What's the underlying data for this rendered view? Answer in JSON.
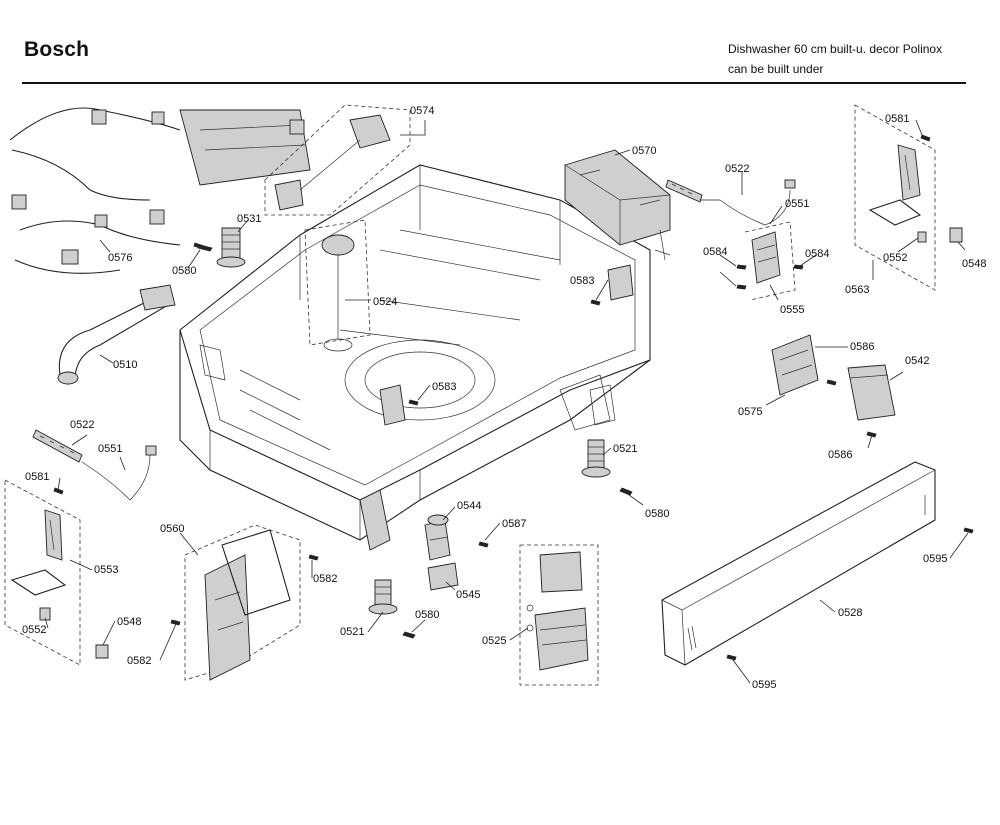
{
  "header": {
    "brand": "Bosch",
    "title_line1": "Dishwasher 60 cm built-u. decor Polinox",
    "title_line2": "can be built under"
  },
  "callouts": [
    {
      "id": "c0574",
      "text": "0574"
    },
    {
      "id": "c0570",
      "text": "0570"
    },
    {
      "id": "c0522a",
      "text": "0522"
    },
    {
      "id": "c0581a",
      "text": "0581"
    },
    {
      "id": "c0531",
      "text": "0531"
    },
    {
      "id": "c0551a",
      "text": "0551"
    },
    {
      "id": "c0584a",
      "text": "0584"
    },
    {
      "id": "c0584b",
      "text": "0584"
    },
    {
      "id": "c0552a",
      "text": "0552"
    },
    {
      "id": "c0548a",
      "text": "0548"
    },
    {
      "id": "c0576",
      "text": "0576"
    },
    {
      "id": "c0580a",
      "text": "0580"
    },
    {
      "id": "c0524",
      "text": "0524"
    },
    {
      "id": "c0583a",
      "text": "0583"
    },
    {
      "id": "c0563",
      "text": "0563"
    },
    {
      "id": "c0555",
      "text": "0555"
    },
    {
      "id": "c0510",
      "text": "0510"
    },
    {
      "id": "c0586a",
      "text": "0586"
    },
    {
      "id": "c0542",
      "text": "0542"
    },
    {
      "id": "c0583b",
      "text": "0583"
    },
    {
      "id": "c0575",
      "text": "0575"
    },
    {
      "id": "c0522b",
      "text": "0522"
    },
    {
      "id": "c0586b",
      "text": "0586"
    },
    {
      "id": "c0551b",
      "text": "0551"
    },
    {
      "id": "c0521a",
      "text": "0521"
    },
    {
      "id": "c0581b",
      "text": "0581"
    },
    {
      "id": "c0544",
      "text": "0544"
    },
    {
      "id": "c0580b",
      "text": "0580"
    },
    {
      "id": "c0587",
      "text": "0587"
    },
    {
      "id": "c0560",
      "text": "0560"
    },
    {
      "id": "c0553",
      "text": "0553"
    },
    {
      "id": "c0582a",
      "text": "0582"
    },
    {
      "id": "c0595a",
      "text": "0595"
    },
    {
      "id": "c0545",
      "text": "0545"
    },
    {
      "id": "c0552b",
      "text": "0552"
    },
    {
      "id": "c0548b",
      "text": "0548"
    },
    {
      "id": "c0528",
      "text": "0528"
    },
    {
      "id": "c0521b",
      "text": "0521"
    },
    {
      "id": "c0580c",
      "text": "0580"
    },
    {
      "id": "c0525",
      "text": "0525"
    },
    {
      "id": "c0582b",
      "text": "0582"
    },
    {
      "id": "c0595b",
      "text": "0595"
    }
  ]
}
